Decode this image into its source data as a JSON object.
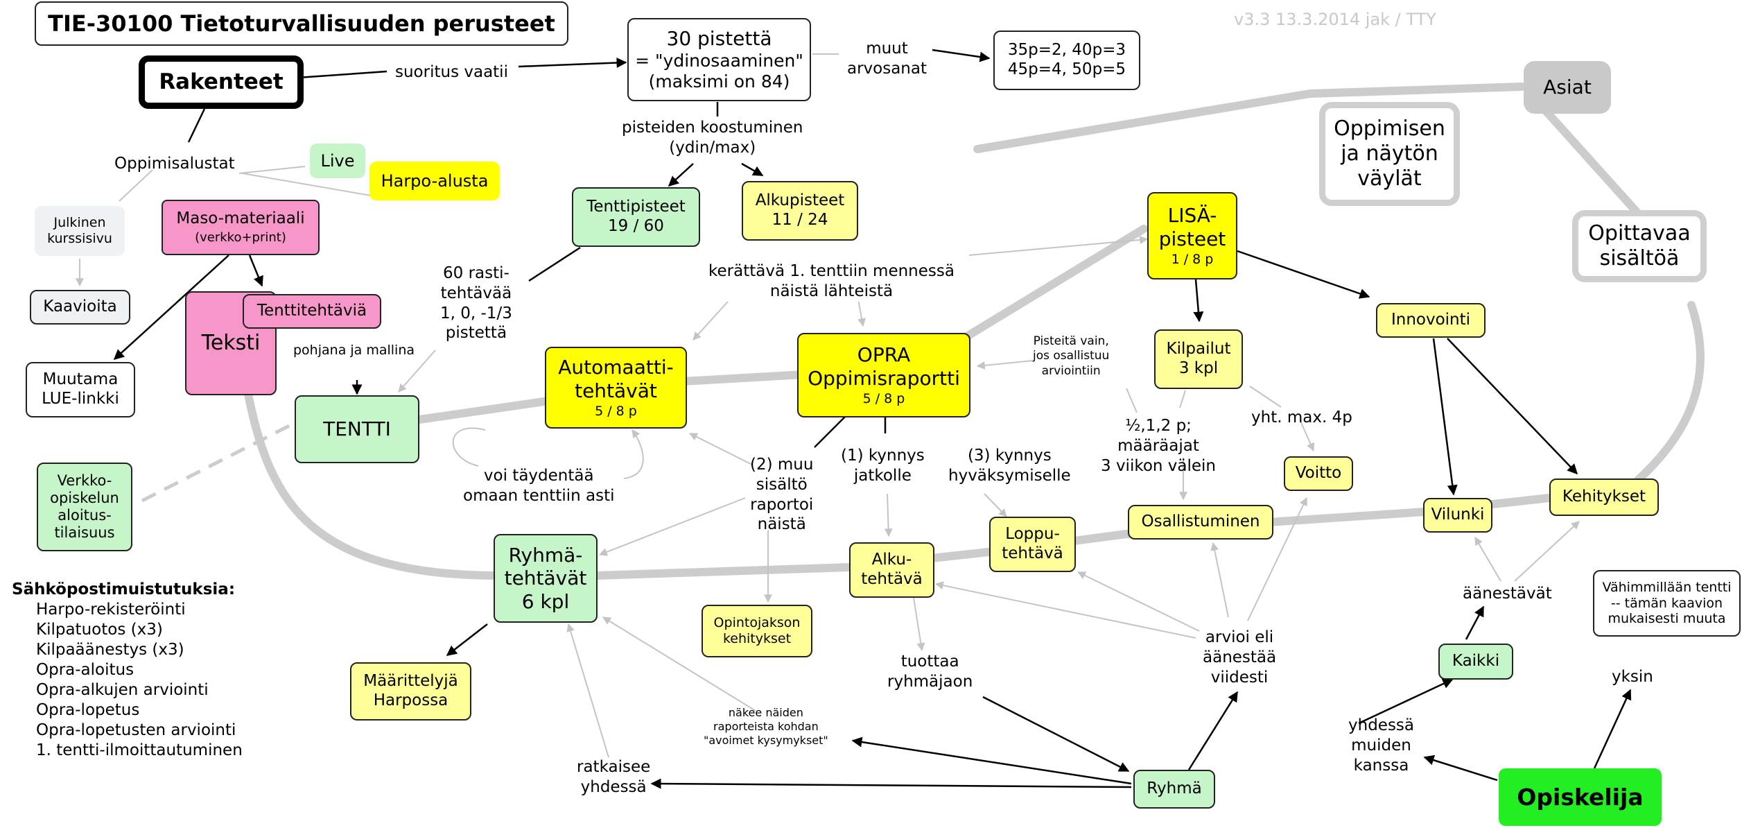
{
  "title": "TIE-30100 Tietoturvallisuuden perusteet",
  "version": "v3.3 13.3.2014 jak / TTY",
  "nodes": {
    "rakenteet": "Rakenteet",
    "points30": {
      "line1": "30 pistettä",
      "line2": "= \"ydinosaaminen\"",
      "line3": "(maksimi on 84)"
    },
    "grades": {
      "line1": "35p=2, 40p=3",
      "line2": "45p=4, 50p=5"
    },
    "asiat": "Asiat",
    "oppimisen": "Oppimisen\nja näytön\nväylät",
    "opittavaa": "Opittavaa\nsisältöä",
    "live": "Live",
    "harpo_alusta": "Harpo-alusta",
    "julkinen": "Julkinen\nkurssisivu",
    "maso": {
      "title": "Maso-materiaali",
      "sub": "(verkko+print)"
    },
    "kaavioita": "Kaavioita",
    "muutama": "Muutama\nLUE-linkki",
    "teksti": "Teksti",
    "tenttitehtavia": "Tenttitehtäviä",
    "tentti": "TENTTI",
    "tenttipisteet": {
      "line1": "Tenttipisteet",
      "line2": "19 / 60"
    },
    "alkupisteet": {
      "line1": "Alkupisteet",
      "line2": "11 / 24"
    },
    "lisapisteet": {
      "line1": "LISÄ-",
      "line2": "pisteet",
      "sub": "1 / 8 p"
    },
    "automaatti": {
      "line1": "Automaatti-",
      "line2": "tehtävät",
      "sub": "5 / 8 p"
    },
    "opra": {
      "line1": "OPRA",
      "line2": "Oppimisraportti",
      "sub": "5 / 8 p"
    },
    "kilpailut": "Kilpailut\n3 kpl",
    "innovointi": "Innovointi",
    "voitto": "Voitto",
    "osallistuminen": "Osallistuminen",
    "vilunki": "Vilunki",
    "kehitykset": "Kehitykset",
    "verkko": "Verkko-\nopiskelun\naloitus-\ntilaisuus",
    "ryhmatehtavat": "Ryhmä-\ntehtävät\n6 kpl",
    "alkutehtava": "Alku-\ntehtävä",
    "lopputehtava": "Loppu-\ntehtävä",
    "opintojakson": "Opintojakson\nkehitykset",
    "maarittelyja": "Määrittelyjä\nHarpossa",
    "kaikki": "Kaikki",
    "vahimmillaan": "Vähimmillään tentti\n-- tämän kaavion\nmukaisesti muuta",
    "ryhma": "Ryhmä",
    "opiskelija": "Opiskelija"
  },
  "labels": {
    "suoritus": "suoritus vaatii",
    "muut": "muut\narvosanat",
    "koostuminen": "pisteiden koostuminen\n(ydin/max)",
    "oppimisalustat": "Oppimisalustat",
    "rasti": "60 rasti-\ntehtävää\n1, 0, -1/3\npistettä",
    "pohjana": "pohjana ja mallina",
    "kerattava": "kerättävä 1. tenttiin mennessä\nnäistä lähteistä",
    "pisteita_vain": "Pisteitä vain,\njos osallistuu\narviointiin",
    "half": "½,1,2 p;\nmääräajat\n3 viikon välein",
    "yht": "yht. max. 4p",
    "voi": "voi täydentää\nomaan tenttiin asti",
    "muu2": "(2) muu\nsisältö\nraportoi\nnäistä",
    "kynnys1": "(1) kynnys\njatkolle",
    "kynnys3": "(3) kynnys\nhyväksymiselle",
    "tuottaa": "tuottaa\nryhmäjaon",
    "arvioi": "arvioi eli\näänestää\nviidesti",
    "aanestavat": "äänestävät",
    "yksin": "yksin",
    "yhdessa": "yhdessä\nmuiden\nkanssa",
    "nakee": "näkee näiden\nraporteista kohdan\n\"avoimet kysymykset\"",
    "ratkaisee": "ratkaisee\nyhdessä"
  },
  "reminders": {
    "heading": "Sähköpostimuistutuksia:",
    "items": [
      "Harpo-rekisteröinti",
      "Kilpatuotos (x3)",
      "Kilpaäänestys (x3)",
      "Opra-aloitus",
      "Opra-alkujen arviointi",
      "Opra-lopetus",
      "Opra-lopetusten arviointi",
      "1. tentti-ilmoittautuminen"
    ]
  },
  "colors": {
    "yellow": "#ffff99",
    "strong_yellow": "#ffff00",
    "green": "#c6f5c9",
    "bright_green": "#22ee22",
    "pink": "#f796c8",
    "light_blue": "#eef2f4",
    "gray": "#cccccc"
  }
}
